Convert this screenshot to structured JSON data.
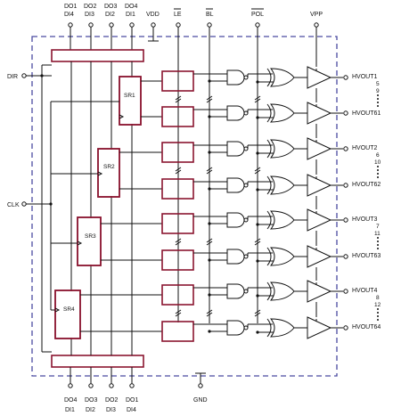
{
  "top_pins": [
    {
      "a": "DO1",
      "b": "DI4"
    },
    {
      "a": "DO2",
      "b": "DI3"
    },
    {
      "a": "DO3",
      "b": "DI2"
    },
    {
      "a": "DO4",
      "b": "DI1"
    }
  ],
  "bottom_pins": [
    {
      "a": "DO4",
      "b": "DI1"
    },
    {
      "a": "DO3",
      "b": "DI2"
    },
    {
      "a": "DO2",
      "b": "DI3"
    },
    {
      "a": "DO1",
      "b": "DI4"
    }
  ],
  "supply": {
    "vdd": "VDD",
    "le": "LE",
    "bl": "BL",
    "pol": "POL",
    "vpp": "VPP",
    "gnd": "GND"
  },
  "left_inputs": {
    "dir": "DIR",
    "clk": "CLK"
  },
  "shift_registers": [
    "SR1",
    "SR2",
    "SR3",
    "SR4"
  ],
  "outputs": [
    {
      "top": "HVOUT1",
      "mid1": "5",
      "mid2": "9",
      "bottom": "HVOUT61"
    },
    {
      "top": "HVOUT2",
      "mid1": "6",
      "mid2": "10",
      "bottom": "HVOUT62"
    },
    {
      "top": "HVOUT3",
      "mid1": "7",
      "mid2": "11",
      "bottom": "HVOUT63"
    },
    {
      "top": "HVOUT4",
      "mid1": "8",
      "mid2": "12",
      "bottom": "HVOUT64"
    }
  ],
  "colors": {
    "block": "#8a1530",
    "border": "#4a4aa0",
    "wire": "#111111"
  }
}
